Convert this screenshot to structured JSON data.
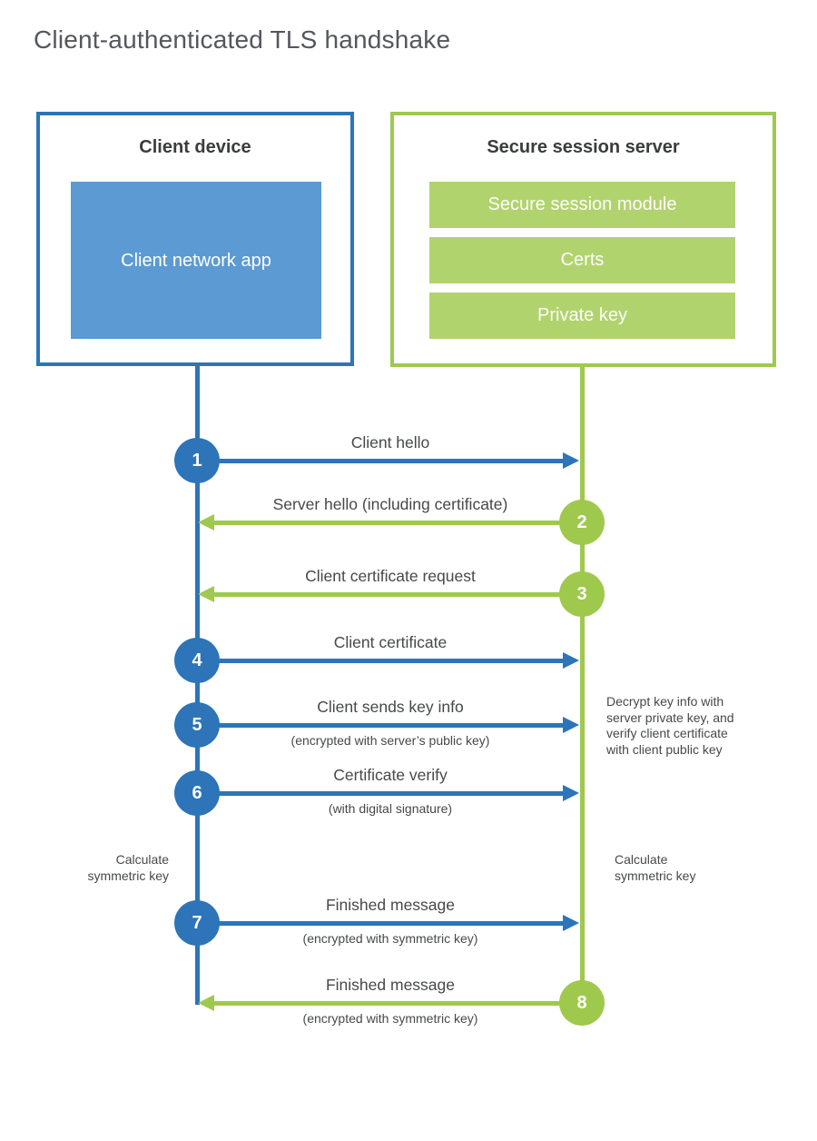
{
  "title": "Client-authenticated TLS handshake",
  "colors": {
    "blue": "#2d74b8",
    "blue_fill": "#5b9ad3",
    "green": "#9fc94d",
    "green_fill": "#b1d36e"
  },
  "client": {
    "title": "Client device",
    "app_label": "Client network app"
  },
  "server": {
    "title": "Secure session server",
    "modules": [
      "Secure session module",
      "Certs",
      "Private key"
    ]
  },
  "messages": [
    {
      "num": "1",
      "from": "client",
      "label": "Client hello",
      "sub": ""
    },
    {
      "num": "2",
      "from": "server",
      "label": "Server hello (including certificate)",
      "sub": ""
    },
    {
      "num": "3",
      "from": "server",
      "label": "Client certificate request",
      "sub": ""
    },
    {
      "num": "4",
      "from": "client",
      "label": "Client certificate",
      "sub": ""
    },
    {
      "num": "5",
      "from": "client",
      "label": "Client sends key info",
      "sub": "(encrypted with server’s public key)"
    },
    {
      "num": "6",
      "from": "client",
      "label": "Certificate verify",
      "sub": "(with digital signature)"
    },
    {
      "num": "7",
      "from": "client",
      "label": "Finished message",
      "sub": "(encrypted with symmetric key)"
    },
    {
      "num": "8",
      "from": "server",
      "label": "Finished message",
      "sub": "(encrypted with symmetric key)"
    }
  ],
  "notes": {
    "decrypt": "Decrypt key info with\nserver private key, and\nverify client certificate\nwith client public key",
    "calc_left": "Calculate\nsymmetric key",
    "calc_right": "Calculate\nsymmetric key"
  }
}
